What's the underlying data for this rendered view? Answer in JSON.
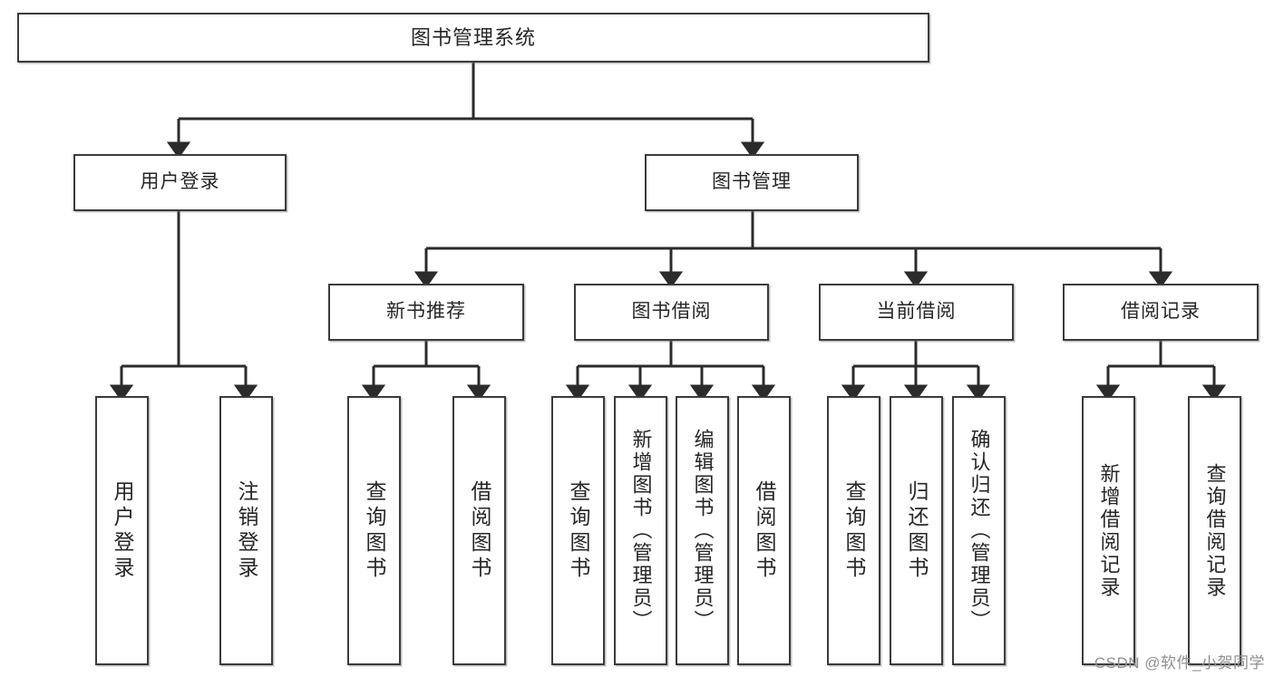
{
  "diagram": {
    "type": "tree-hierarchy",
    "title": "图书管理系统",
    "orientation": "top-down",
    "colors": {
      "box_border": "#3b3b3b",
      "box_fill": "#ffffff",
      "connector": "#2b2b2b",
      "text": "#262626",
      "watermark": "#8f8f8f"
    },
    "root": {
      "label": "图书管理系统"
    },
    "level2": [
      {
        "label": "用户登录"
      },
      {
        "label": "图书管理"
      }
    ],
    "level3": [
      {
        "label": "新书推荐"
      },
      {
        "label": "图书借阅"
      },
      {
        "label": "当前借阅"
      },
      {
        "label": "借阅记录"
      }
    ],
    "leaves": {
      "user_login": [
        {
          "label": "用户登录"
        },
        {
          "label": "注销登录"
        }
      ],
      "new_book_recommend": [
        {
          "label": "查询图书"
        },
        {
          "label": "借阅图书"
        }
      ],
      "book_borrow": [
        {
          "label": "查询图书"
        },
        {
          "label": "新增图书（管理员）"
        },
        {
          "label": "编辑图书（管理员）"
        },
        {
          "label": "借阅图书"
        }
      ],
      "current_borrow": [
        {
          "label": "查询图书"
        },
        {
          "label": "归还图书"
        },
        {
          "label": "确认归还（管理员）"
        }
      ],
      "borrow_record": [
        {
          "label": "新增借阅记录"
        },
        {
          "label": "查询借阅记录"
        }
      ]
    }
  },
  "watermark": {
    "text": "CSDN @软件_小贺同学"
  }
}
